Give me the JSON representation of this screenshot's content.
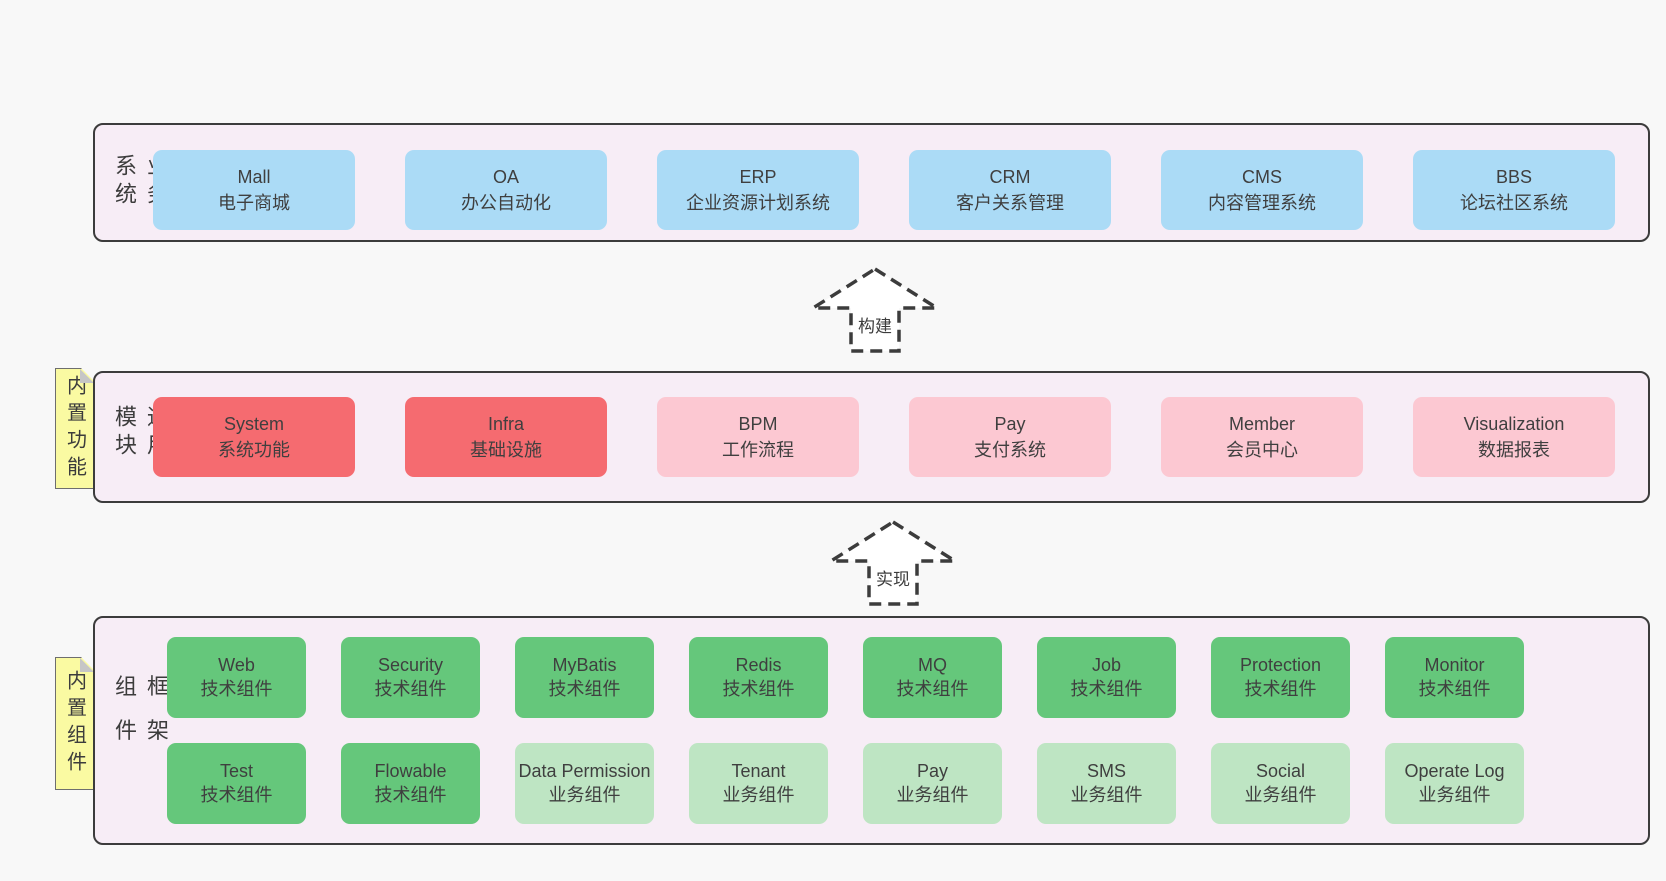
{
  "colors": {
    "canvas_bg": "#f8f8f8",
    "panel_bg": "#f7edf6",
    "panel_border": "#3c3c3c",
    "blue_box": "#abdbf6",
    "red_box": "#f56b70",
    "pink_box": "#fcc8d2",
    "green_box": "#65c77b",
    "green_light_box": "#bee5c3",
    "sticky_tag": "#fafaa2",
    "tag_fold": "#c6c6c6",
    "text": "#3c3c3c"
  },
  "arrows": [
    {
      "label": "构建"
    },
    {
      "label": "实现"
    }
  ],
  "panels": [
    {
      "label": "业务系统",
      "boxes": [
        {
          "title": "Mall",
          "subtitle": "电子商城",
          "variant": "blue"
        },
        {
          "title": "OA",
          "subtitle": "办公自动化",
          "variant": "blue"
        },
        {
          "title": "ERP",
          "subtitle": "企业资源计划系统",
          "variant": "blue"
        },
        {
          "title": "CRM",
          "subtitle": "客户关系管理",
          "variant": "blue"
        },
        {
          "title": "CMS",
          "subtitle": "内容管理系统",
          "variant": "blue"
        },
        {
          "title": "BBS",
          "subtitle": "论坛社区系统",
          "variant": "blue"
        }
      ]
    },
    {
      "label": "通用模块",
      "tag": "内置功能",
      "boxes": [
        {
          "title": "System",
          "subtitle": "系统功能",
          "variant": "red"
        },
        {
          "title": "Infra",
          "subtitle": "基础设施",
          "variant": "red"
        },
        {
          "title": "BPM",
          "subtitle": "工作流程",
          "variant": "pink"
        },
        {
          "title": "Pay",
          "subtitle": "支付系统",
          "variant": "pink"
        },
        {
          "title": "Member",
          "subtitle": "会员中心",
          "variant": "pink"
        },
        {
          "title": "Visualization",
          "subtitle": "数据报表",
          "variant": "pink"
        }
      ]
    },
    {
      "label": "框架组件",
      "tag": "内置组件",
      "rows": [
        [
          {
            "title": "Web",
            "subtitle": "技术组件",
            "variant": "green"
          },
          {
            "title": "Security",
            "subtitle": "技术组件",
            "variant": "green"
          },
          {
            "title": "MyBatis",
            "subtitle": "技术组件",
            "variant": "green"
          },
          {
            "title": "Redis",
            "subtitle": "技术组件",
            "variant": "green"
          },
          {
            "title": "MQ",
            "subtitle": "技术组件",
            "variant": "green"
          },
          {
            "title": "Job",
            "subtitle": "技术组件",
            "variant": "green"
          },
          {
            "title": "Protection",
            "subtitle": "技术组件",
            "variant": "green"
          },
          {
            "title": "Monitor",
            "subtitle": "技术组件",
            "variant": "green"
          }
        ],
        [
          {
            "title": "Test",
            "subtitle": "技术组件",
            "variant": "green"
          },
          {
            "title": "Flowable",
            "subtitle": "技术组件",
            "variant": "green"
          },
          {
            "title": "Data Permission",
            "subtitle": "业务组件",
            "variant": "green-light"
          },
          {
            "title": "Tenant",
            "subtitle": "业务组件",
            "variant": "green-light"
          },
          {
            "title": "Pay",
            "subtitle": "业务组件",
            "variant": "green-light"
          },
          {
            "title": "SMS",
            "subtitle": "业务组件",
            "variant": "green-light"
          },
          {
            "title": "Social",
            "subtitle": "业务组件",
            "variant": "green-light"
          },
          {
            "title": "Operate Log",
            "subtitle": "业务组件",
            "variant": "green-light"
          }
        ]
      ]
    }
  ]
}
